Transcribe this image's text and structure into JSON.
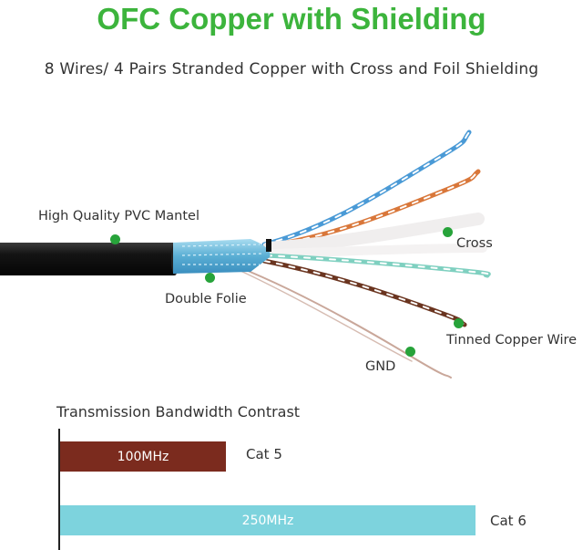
{
  "header": {
    "title": "OFC Copper with Shielding",
    "subtitle": "8 Wires/ 4 Pairs Stranded Copper with Cross and Foil Shielding"
  },
  "callouts": {
    "mantel": "High Quality PVC Mantel",
    "folie": "Double Folie",
    "cross": "Cross",
    "tinned": "Tinned Copper Wire",
    "gnd": "GND"
  },
  "bandwidth": {
    "title": "Transmission Bandwidth Contrast",
    "max_mhz": 250,
    "bars": [
      {
        "value_label": "100MHz",
        "category": "Cat 5",
        "mhz": 100,
        "color": "#7b2b1e"
      },
      {
        "value_label": "250MHz",
        "category": "Cat 6",
        "mhz": 250,
        "color": "#7dd3dd"
      }
    ]
  },
  "colors": {
    "accent_green": "#3cb43c",
    "marker_green": "#27a33a",
    "jacket": "#141414",
    "foil": "#6fb8d8",
    "wire_blue": "#4a9ad6",
    "wire_orange": "#d9773a",
    "wire_brown": "#6b3520",
    "wire_green": "#7fd0c0"
  }
}
